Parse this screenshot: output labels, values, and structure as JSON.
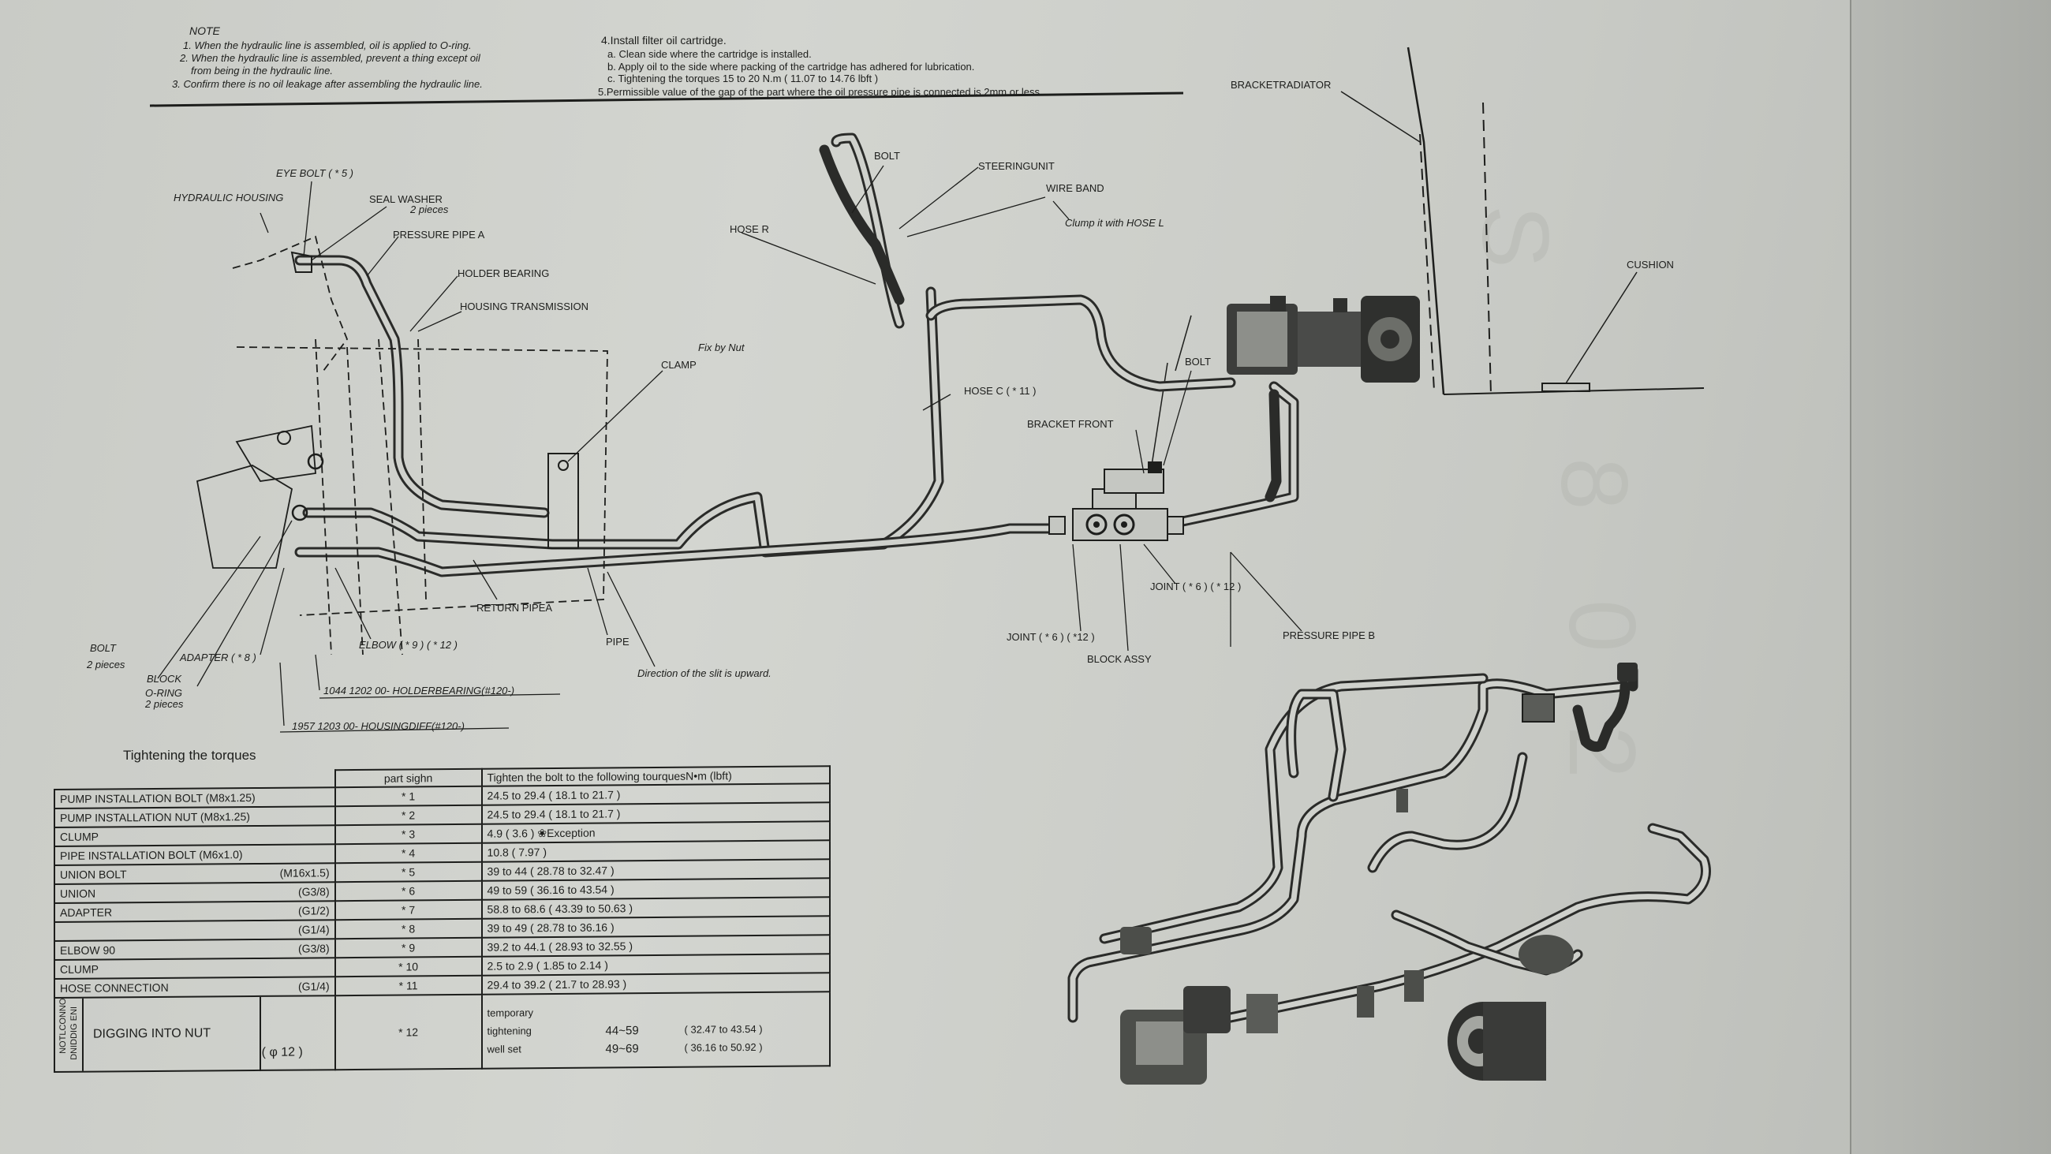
{
  "notes": {
    "heading": "NOTE",
    "left": [
      "1. When the hydraulic line is assembled, oil is applied to O-ring.",
      "2. When the hydraulic line is assembled, prevent a thing except oil",
      "from being in the hydraulic line.",
      "3. Confirm there is no oil leakage after assembling the hydraulic line."
    ],
    "right": [
      "4.Install filter oil cartridge.",
      "a.  Clean side where the cartridge is installed.",
      "b.  Apply oil to the side where packing of the cartridge has adhered for lubrication.",
      "c.  Tightening the torques 15 to 20 N.m  ( 11.07 to 14.76 lbft )",
      "5.Permissible value of the gap of the part where the oil pressure pipe is connected is 2mm or less."
    ]
  },
  "labels": {
    "eye_bolt": "EYE BOLT ( * 5 )",
    "hydraulic_housing": "HYDRAULIC HOUSING",
    "seal_washer": "SEAL WASHER",
    "seal_washer_qty": "2 pieces",
    "pressure_pipe_a": "PRESSURE PIPE A",
    "holder_bearing": "HOLDER BEARING",
    "housing_transmission": "HOUSING TRANSMISSION",
    "fix_by_nut": "Fix by Nut",
    "clamp": "CLAMP",
    "bolt_top": "BOLT",
    "steering_unit": "STEERINGUNIT",
    "wire_band": "WIRE BAND",
    "clamp_hose_l": "Clump it with HOSE L",
    "hose_r": "HOSE R",
    "hose_c": "HOSE C ( * 11 )",
    "bracket_radiator": "BRACKETRADIATOR",
    "cushion": "CUSHION",
    "bolt_right": "BOLT",
    "bracket_front": "BRACKET FRONT",
    "joint_right": "JOINT ( * 6 ) ( * 12 )",
    "joint_left": "JOINT ( * 6 ) ( *12 )",
    "pressure_pipe_b": "PRESSURE PIPE B",
    "block_assy": "BLOCK ASSY",
    "return_pipe": "RETURN PIPEA",
    "pipe": "PIPE",
    "slit_direction": "Direction of the slit is upward.",
    "elbow": "ELBOW ( * 9 ) ( * 12 )",
    "adapter": "ADAPTER ( * 8 )",
    "bolt_left": "BOLT",
    "bolt_left_qty": "2 pieces",
    "block": "BLOCK",
    "o_ring": "O-RING",
    "o_ring_qty": "2 pieces",
    "ref_holderbearing": "1044 1202 00- HOLDERBEARING(#120-)",
    "ref_housingdiff": "1957 1203 00- HOUSINGDIFF(#120-)"
  },
  "torque_table": {
    "title": "Tightening the torques",
    "col_part_sign": "part sighn",
    "col_torque": "Tighten the bolt to the following tourquesN•m (lbft)",
    "rows": [
      {
        "name": "PUMP INSTALLATION BOLT (M8x1.25)",
        "spec": "",
        "sign": "* 1",
        "torque": "24.5 to 29.4  ( 18.1 to 21.7 )"
      },
      {
        "name": "PUMP INSTALLATION NUT (M8x1.25)",
        "spec": "",
        "sign": "* 2",
        "torque": "24.5 to 29.4  ( 18.1 to 21.7 )"
      },
      {
        "name": "CLUMP",
        "spec": "",
        "sign": "* 3",
        "torque": "4.9  ( 3.6 )     ❀Exception"
      },
      {
        "name": "PIPE INSTALLATION BOLT (M6x1.0)",
        "spec": "",
        "sign": "* 4",
        "torque": "10.8  ( 7.97 )"
      },
      {
        "name": "UNION BOLT",
        "spec": "(M16x1.5)",
        "sign": "* 5",
        "torque": "39 to 44  ( 28.78 to 32.47 )"
      },
      {
        "name": "UNION",
        "spec": "(G3/8)",
        "sign": "* 6",
        "torque": "49 to 59  ( 36.16 to 43.54 )"
      },
      {
        "name": "ADAPTER",
        "spec": "(G1/2)",
        "sign": "* 7",
        "torque": "58.8 to 68.6  ( 43.39 to 50.63 )"
      },
      {
        "name": "",
        "spec": "(G1/4)",
        "sign": "* 8",
        "torque": "39 to 49  ( 28.78 to 36.16 )"
      },
      {
        "name": "ELBOW 90",
        "spec": "(G3/8)",
        "sign": "* 9",
        "torque": "39.2 to 44.1  ( 28.93 to 32.55 )"
      },
      {
        "name": "CLUMP",
        "spec": "",
        "sign": "* 10",
        "torque": "2.5 to 2.9  ( 1.85 to 2.14 )"
      },
      {
        "name": "HOSE CONNECTION",
        "spec": "(G1/4)",
        "sign": "* 11",
        "torque": "29.4 to 39.2  ( 21.7 to 28.93 )"
      }
    ],
    "last_row": {
      "side_label_1": "NOTLCONNO",
      "side_label_2": "DNIDDIG ENI",
      "name": "DIGGING INTO NUT",
      "spec": "( φ 12 )",
      "sign": "* 12",
      "temporary": "temporary",
      "tightening_label": "tightening",
      "tightening_value": "44~59",
      "tightening_lbft": "( 32.47 to 43.54 )",
      "wellset_label": "well set",
      "wellset_value": "49~69",
      "wellset_lbft": "( 36.16 to 50.92 )"
    }
  }
}
